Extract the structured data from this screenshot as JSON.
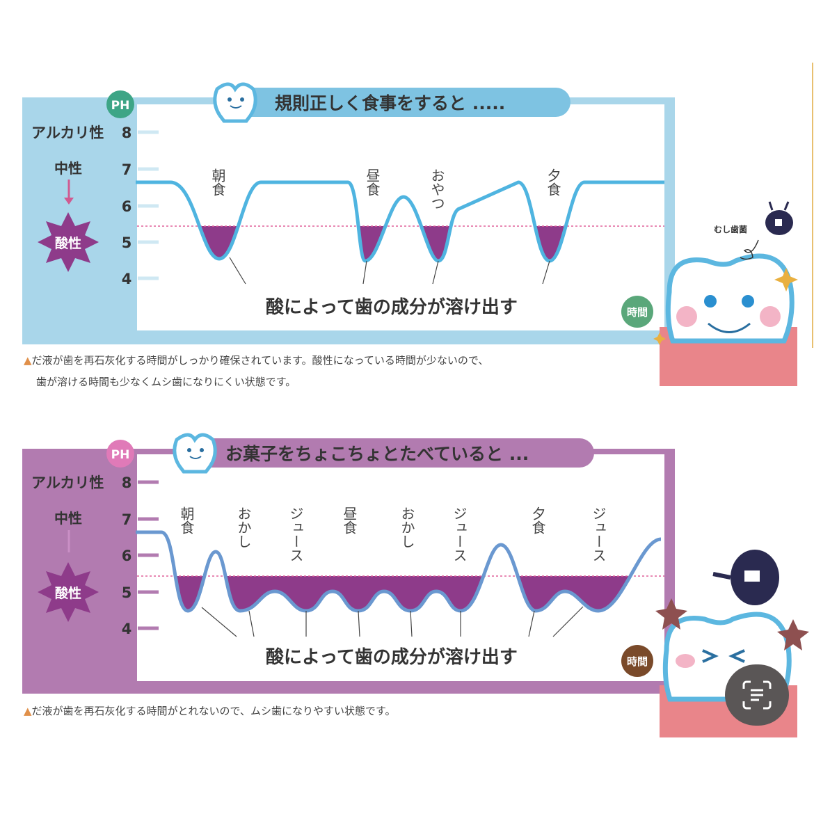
{
  "panel1": {
    "title": "規則正しく食事をすると .....",
    "ph_badge": "PH",
    "alkaline_label": "アルカリ性",
    "neutral_label": "中性",
    "acid_label": "酸性",
    "y_ticks": [
      "8",
      "7",
      "6",
      "5",
      "4"
    ],
    "events": [
      "朝食",
      "昼食",
      "おやつ",
      "夕食"
    ],
    "caption": "酸によって歯の成分が溶け出す",
    "time_badge": "時間",
    "note_line1": "だ液が歯を再石灰化する時間がしっかり確保されています。酸性になっている時間が少ないので、",
    "note_line2": "歯が溶ける時間も少なくムシ歯になりにくい状態です。",
    "germ_label": "むし歯菌",
    "color": "#a9d6ea"
  },
  "panel2": {
    "title": "お菓子をちょこちょとたべていると ...",
    "ph_badge": "PH",
    "alkaline_label": "アルカリ性",
    "neutral_label": "中性",
    "acid_label": "酸性",
    "y_ticks": [
      "8",
      "7",
      "6",
      "5",
      "4"
    ],
    "events": [
      "朝食",
      "おかし",
      "ジュース",
      "昼食",
      "おかし",
      "ジュース",
      "夕食",
      "ジュース"
    ],
    "caption": "酸によって歯の成分が溶け出す",
    "time_badge": "時間",
    "note_line1": "だ液が歯を再石灰化する時間がとれないので、ムシ歯になりやすい状態です。",
    "color": "#b27bb0"
  },
  "chart_data": [
    {
      "type": "line",
      "title": "規則正しく食事をすると",
      "ylabel": "PH",
      "ylim": [
        4,
        8
      ],
      "critical_ph": 5.5,
      "events": [
        "朝食",
        "昼食",
        "おやつ",
        "夕食"
      ],
      "baseline_ph": 6.7,
      "min_ph": 4.5
    },
    {
      "type": "line",
      "title": "お菓子をちょこちょとたべていると",
      "ylabel": "PH",
      "ylim": [
        4,
        8
      ],
      "critical_ph": 5.5,
      "events": [
        "朝食",
        "おかし",
        "ジュース",
        "昼食",
        "おかし",
        "ジュース",
        "夕食",
        "ジュース"
      ],
      "min_ph": 4.5
    }
  ]
}
